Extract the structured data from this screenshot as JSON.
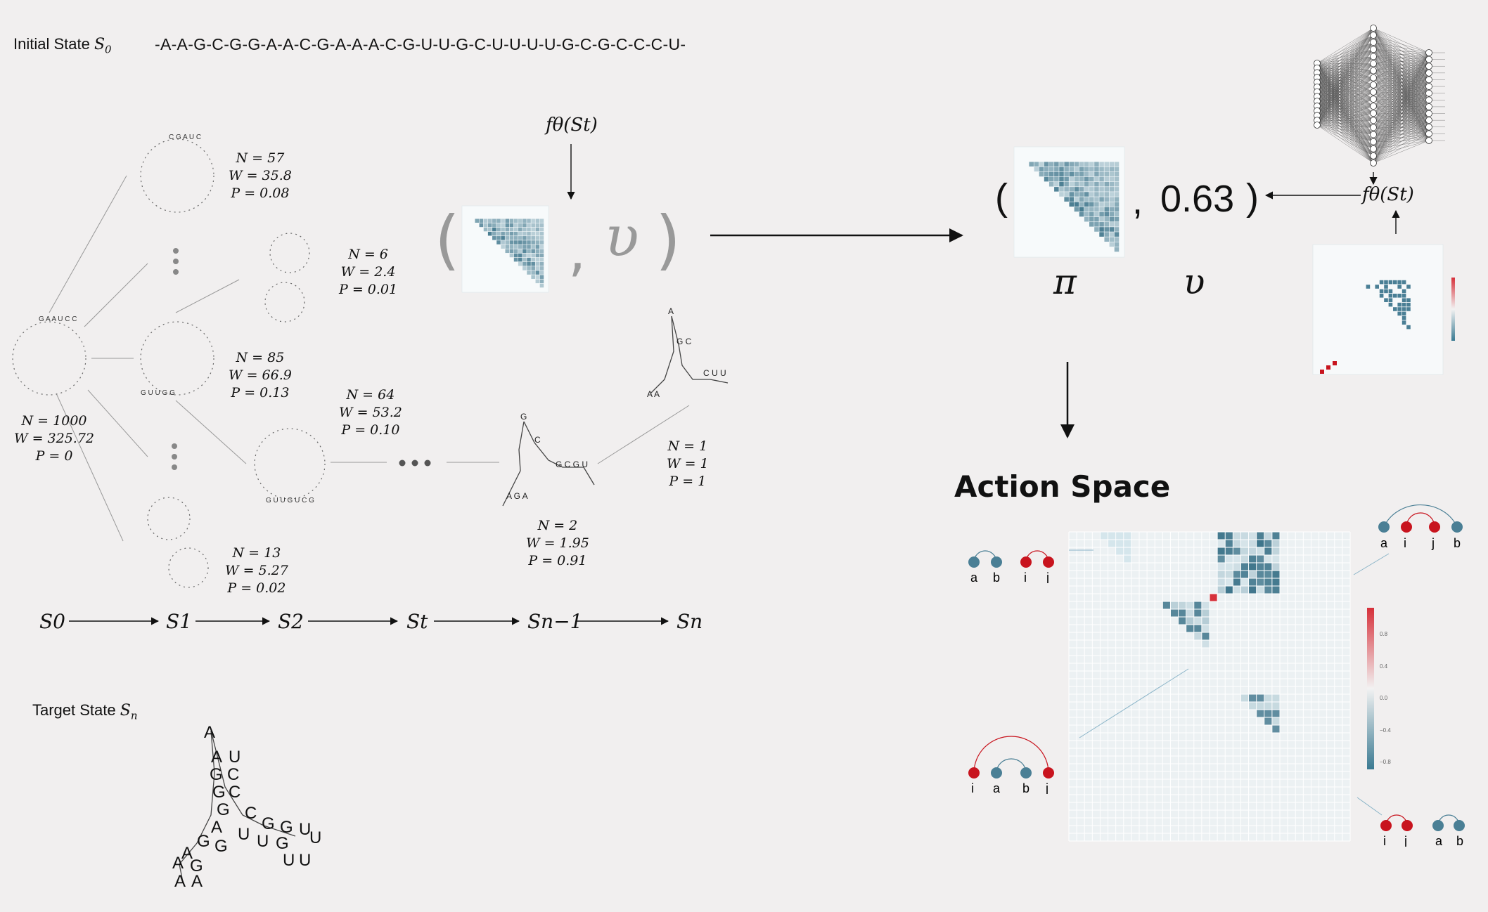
{
  "initial_state": {
    "label": "Initial State ",
    "symbol": "S",
    "subscript": "0",
    "sequence": "-A-A-G-C-G-G-A-A-C-G-A-A-A-C-G-U-U-G-C-U-U-U-U-G-C-G-C-C-C-U-"
  },
  "target_state": {
    "label": "Target State ",
    "symbol": "S",
    "subscript": "n"
  },
  "tree_nodes": [
    {
      "n": "N = 1000",
      "w": "W = 325.72",
      "p": "P = 0"
    },
    {
      "n": "N = 57",
      "w": "W = 35.8",
      "p": "P = 0.08"
    },
    {
      "n": "N = 6",
      "w": "W = 2.4",
      "p": "P = 0.01"
    },
    {
      "n": "N = 85",
      "w": "W = 66.9",
      "p": "P = 0.13"
    },
    {
      "n": "N = 64",
      "w": "W = 53.2",
      "p": "P = 0.10"
    },
    {
      "n": "N = 13",
      "w": "W = 5.27",
      "p": "P = 0.02"
    },
    {
      "n": "N = 2",
      "w": "W = 1.95",
      "p": "P = 0.91"
    },
    {
      "n": "N = 1",
      "w": "W = 1",
      "p": "P = 1"
    }
  ],
  "state_chain": [
    "S0",
    "S1",
    "S2",
    "St",
    "Sn−1",
    "Sn"
  ],
  "network_fn": "fθ(St)",
  "policy_tuple": {
    "open": "(",
    "comma": ",",
    "value_symbol": "υ",
    "close": ")"
  },
  "output_tuple": {
    "open": "(",
    "comma": ",",
    "value": "0.63",
    "close": ")",
    "pi_label": "π",
    "v_label": "υ"
  },
  "action_space": {
    "title": "Action Space",
    "pair_nodes": {
      "a": "a",
      "b": "b",
      "i": "i",
      "j": "j"
    },
    "colorbar_ticks": [
      "0.8",
      "0.4",
      "0.0",
      "−0.4",
      "−0.8"
    ]
  },
  "colors": {
    "teal": "#4a7f95",
    "red": "#c8141e",
    "light_teal": "#d5e6ec",
    "grid": "#ffffff",
    "background": "#f1efef"
  },
  "icons": [
    "neural-network-icon",
    "rna-loop-icon",
    "rna-structure-icon",
    "contact-heatmap-icon"
  ]
}
